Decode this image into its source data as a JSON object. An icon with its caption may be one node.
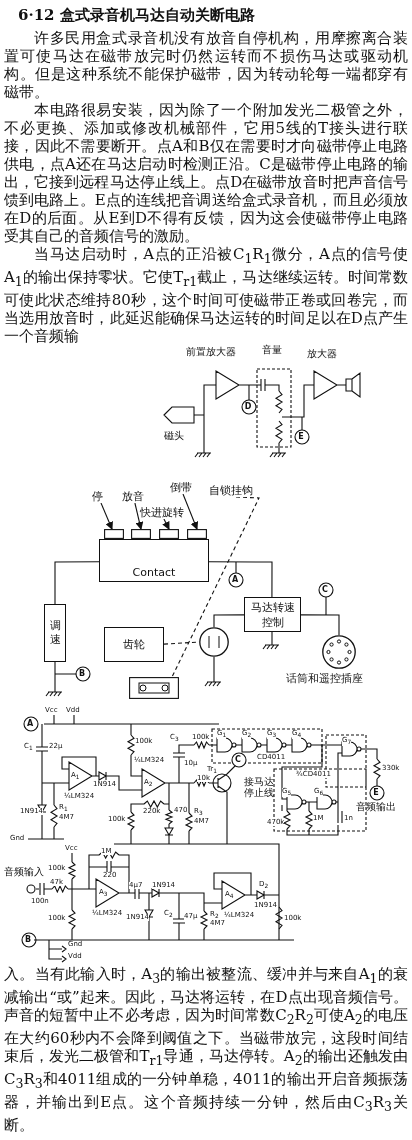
{
  "diagram": {
    "title": "6·12 盒式录音机马达自动关断电路",
    "nodes": [
      {
        "text": [
          "停"
        ]
      },
      {
        "text": [
          "放音"
        ]
      },
      {
        "text": [
          "快进旋转"
        ]
      },
      {
        "text": [
          "倒带"
        ]
      },
      {
        "text": [],
        "shape": "box"
      },
      {
        "text": [],
        "shape": "box"
      },
      {
        "text": [],
        "shape": "box"
      },
      {
        "text": [],
        "shape": "box"
      },
      {
        "text": [
          "Contact"
        ]
      },
      {
        "text": [
          "调速"
        ]
      },
      {
        "text": [
          "齿轮"
        ]
      },
      {
        "text": [
          "马达转速控制"
        ]
      },
      {
        "text": [],
        "shape": "circle"
      },
      {
        "text": [],
        "shape": "circle",
        "beside": [
          "话筒和遥控插座"
        ]
      },
      {
        "text": [],
        "shape": "picture"
      },
      {
        "text": [
          "自锁挂钩"
        ]
      }
    ],
    "edges": [
      {
        "from": 0,
        "to": 4,
        "arrow": "to"
      },
      {
        "from": 1,
        "to": 5,
        "arrow": "to"
      },
      {
        "from": 2,
        "to": 6,
        "arrow": "to"
      },
      {
        "from": 3,
        "to": 7,
        "arrow": "to"
      },
      {
        "from": 9,
        "to": 8,
        "arrow": "none"
      },
      {
        "from": 8,
        "to": 11,
        "arrow": "none"
      },
      {
        "from": 11,
        "to": 12,
        "arrow": "none"
      },
      {
        "from": 10,
        "to": 12,
        "arrow": "none",
        "style": "dashed"
      },
      {
        "from": 11,
        "to": 13,
        "arrow": "none"
      },
      {
        "from": 15,
        "to": 14,
        "arrow": "none",
        "style": "dashed"
      }
    ],
    "labels": [
      "许多民用盒式录音机没有放音自停机构，用摩擦离合装置可使马达在磁带放完时仍然运转而不损伤马达或驱动机构。但是这种系统不能保护磁带，因为转动轮每一端都穿有磁带。",
      "本电路很易安装，因为除了一个附加发光二极管之外，不必更换、添加或修改机械部件，它用5线的T接头进行联接，因此不需要断开。点A和B仅在需要时才向磁带停止电路供电，点A还在马达启动时检测正沿。C是磁带停止电路的输出，它接到远程马达停止线上。点D在磁带放音时把声音信号馈到电路上。E点的连线把音调送给盒式录音机，而且必须放在D的后面。从E到D不得有反馈，因为这会使磁带停止电路受其自己的音频信号的激励。",
      "当马达启动时，A点的正沿被C$_{1}$R$_{1}$微分，A点的信号使A$_{1}$的输出保持零状。它使T$_{r1}$截止，马达继续运转。时间常数可使此状态维持80秒，这个时间可使磁带正卷或回卷完，而当选用放音时，此延迟能确保马达运转的时间足以在D点产生一个音频输",
      "前置放大器",
      "音量",
      "放大器",
      "D",
      "磁头",
      "E",
      "A",
      "C",
      "B",
      "A",
      "Vcc",
      "Vdd",
      "C$_{1}$",
      "22μ",
      "100k",
      "¼LM324",
      "C$_{3}$",
      "10μ",
      "100k",
      "G$_{1}$",
      "G$_{2}$",
      "G$_{3}$",
      "G$_{4}$",
      "CD4011",
      "G$_{7}$",
      "A$_{1}$",
      "1N914",
      "A$_{2}$",
      "10k",
      "Tr$_{1}$",
      "C",
      "接马达停止线",
      "330k",
      "¾CD4011",
      "G$_{5}$",
      "G$_{6}$",
      "E",
      "音频输出",
      "¼LM324",
      "1N914",
      "R$_{1}$",
      "4M7",
      "220k",
      "470",
      "100k",
      "R$_{3}$",
      "4M7",
      "470k",
      "1M",
      "1n",
      "Gnd",
      "Vcc",
      "1M",
      "220",
      "100k",
      "音频输入",
      "100n",
      "47k",
      "A$_{3}$",
      "4μ7",
      "1N914",
      "A$_{4}$",
      "D$_{2}$",
      "1N914",
      "¼LM324",
      "¼LM324",
      "100k",
      "1N914",
      "C$_{2}$",
      "47μ",
      "R$_{2}$",
      "4M7",
      "100k",
      "B",
      "Gnd",
      "Vdd",
      "入。当有此输入时，A$_{3}$的输出被整流、缓冲并与来自A$_{1}$的衰减输出“或”起来。因此，马达将运转，在D点出现音频信号。声音的短暂中止不必考虑，因为时间常数C$_{2}$R$_{2}$可使A$_{2}$的电压在大约60秒内不会降到阈值之下。当磁带放完，这段时间结束后，发光二极管和T$_{r1}$导通，马达停转。A$_{2}$的输出还触发由C$_{3}$R$_{3}$和4011组成的一分钟单稳，4011的输出开启音频振荡器，并输出到E点。这个音频持续一分钟，然后由C$_{3}$R$_{3}$关断。"
    ]
  }
}
